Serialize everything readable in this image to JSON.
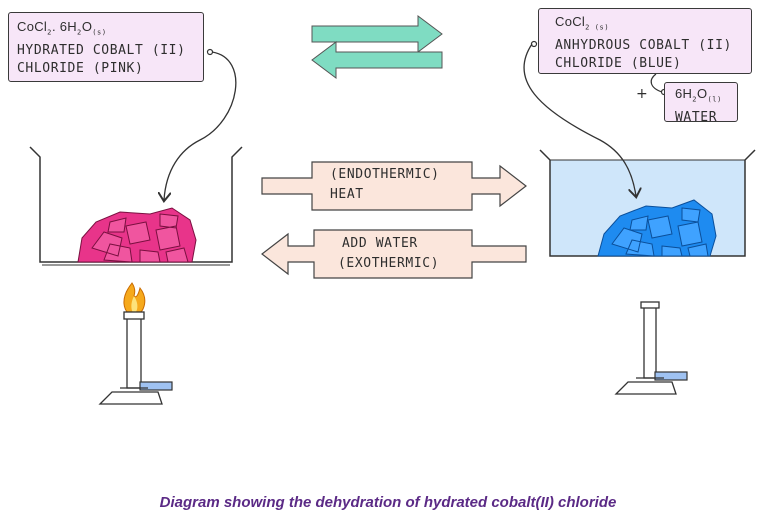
{
  "left_label": {
    "formula_main": "CoCl",
    "formula_sub1": "2",
    "formula_mid": ". 6H",
    "formula_sub2": "2",
    "formula_o": "O",
    "formula_state": "(s)",
    "line2": "HYDRATED COBALT (II)",
    "line3": "CHLORIDE (PINK)"
  },
  "right_label": {
    "formula_main": "CoCl",
    "formula_sub1": "2 (s)",
    "line2": "ANHYDROUS COBALT (II)",
    "line3": "CHLORIDE (BLUE)"
  },
  "water_label": {
    "plus": "+",
    "formula_main": "6H",
    "formula_sub1": "2",
    "formula_o": "O",
    "formula_state": "(l)",
    "line2": "WATER"
  },
  "forward_arrow": {
    "line1": "(ENDOTHERMIC)",
    "line2": "HEAT"
  },
  "reverse_arrow": {
    "line1": "ADD WATER",
    "line2": "(EXOTHERMIC)"
  },
  "caption": "Diagram showing the dehydration of hydrated cobalt(II) chloride",
  "colors": {
    "pink_crystals": "#e8348a",
    "blue_crystals": "#1e8bf0",
    "water": "#cfe6fa",
    "label_fill": "#f7e6f8",
    "arrow_fill": "#fbe6dc",
    "equilibrium_arrow": "#7fdcc2",
    "flame": "#f6a91c",
    "caption": "#5b2a86"
  }
}
